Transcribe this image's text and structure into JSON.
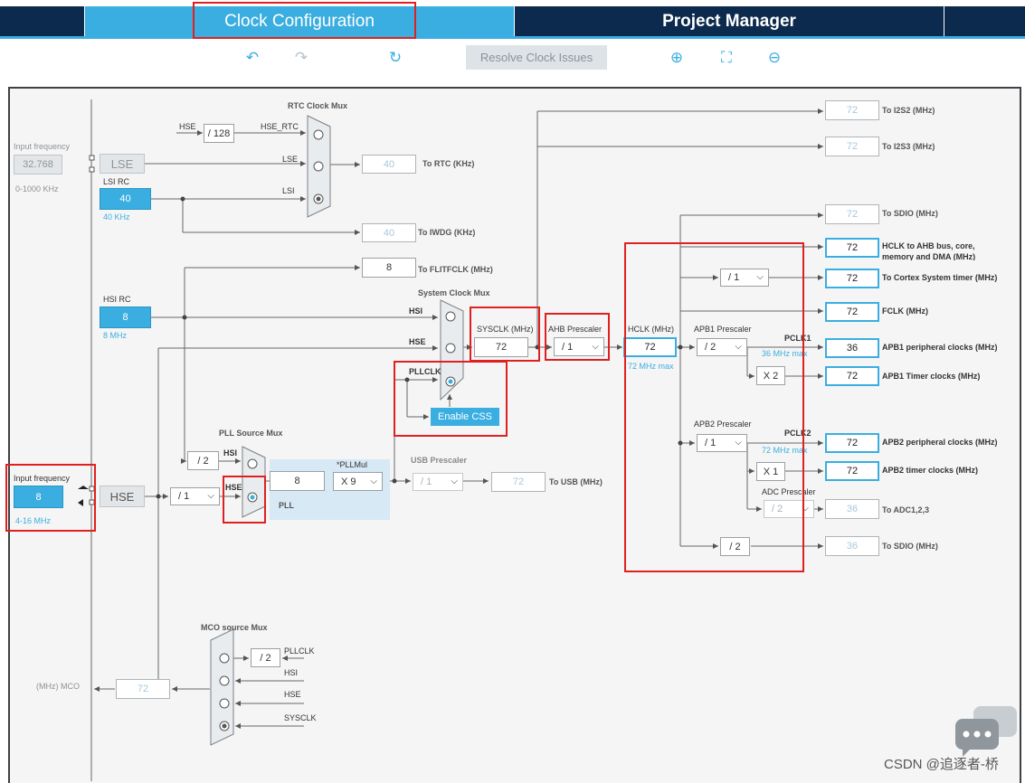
{
  "tabs": {
    "clock": "Clock Configuration",
    "project": "Project Manager"
  },
  "toolbar": {
    "resolve": "Resolve Clock Issues",
    "undo_icon": "undo-icon",
    "redo_icon": "redo-icon",
    "reset_icon": "reset-icon",
    "zoomin_icon": "zoom-in-icon",
    "fit_icon": "fit-icon",
    "zoomout_icon": "zoom-out-icon"
  },
  "rtc": {
    "mux_label": "RTC Clock Mux",
    "hse_label": "HSE",
    "div128": "/ 128",
    "hse_rtc": "HSE_RTC",
    "lse": "LSE",
    "lsi": "LSI",
    "to_rtc_val": "40",
    "to_rtc": "To RTC (KHz)",
    "to_iwdg_val": "40",
    "to_iwdg": "To IWDG (KHz)"
  },
  "lse_in": {
    "label": "Input frequency",
    "value": "32.768",
    "range": "0-1000 KHz",
    "block": "LSE"
  },
  "lsi": {
    "label": "LSI RC",
    "value": "40",
    "unit": "40 KHz"
  },
  "hsi": {
    "label": "HSI RC",
    "value": "8",
    "unit": "8 MHz"
  },
  "flit": {
    "value": "8",
    "label": "To FLITFCLK (MHz)"
  },
  "sysmux": {
    "label": "System Clock Mux",
    "hsi": "HSI",
    "hse": "HSE",
    "pllclk": "PLLCLK",
    "enable_css": "Enable CSS"
  },
  "sysclk": {
    "label": "SYSCLK (MHz)",
    "value": "72"
  },
  "ahb": {
    "label": "AHB Prescaler",
    "value": "/ 1"
  },
  "hclk": {
    "label": "HCLK (MHz)",
    "value": "72",
    "max": "72 MHz max"
  },
  "apb1": {
    "label": "APB1 Prescaler",
    "value": "/ 2",
    "pclk": "PCLK1",
    "max": "36 MHz max",
    "x2": "X 2"
  },
  "apb2": {
    "label": "APB2 Prescaler",
    "value": "/ 1",
    "pclk": "PCLK2",
    "max": "72 MHz max",
    "x1": "X 1"
  },
  "adc": {
    "label": "ADC Prescaler",
    "value": "/ 2"
  },
  "cortex_div": "/ 1",
  "sdio_div": "/ 2",
  "outputs": [
    {
      "value": "72",
      "label": "To I2S2 (MHz)"
    },
    {
      "value": "72",
      "label": "To I2S3 (MHz)"
    },
    {
      "value": "72",
      "label": "To SDIO (MHz)"
    },
    {
      "value": "72",
      "label": "HCLK to AHB bus, core, memory and DMA (MHz)"
    },
    {
      "value": "72",
      "label": "To Cortex System timer (MHz)"
    },
    {
      "value": "72",
      "label": "FCLK (MHz)"
    },
    {
      "value": "36",
      "label": "APB1 peripheral clocks (MHz)"
    },
    {
      "value": "72",
      "label": "APB1 Timer clocks (MHz)"
    },
    {
      "value": "72",
      "label": "APB2 peripheral clocks (MHz)"
    },
    {
      "value": "72",
      "label": "APB2 timer clocks (MHz)"
    },
    {
      "value": "36",
      "label": "To ADC1,2,3"
    },
    {
      "value": "36",
      "label": "To SDIO (MHz)"
    }
  ],
  "hse_in": {
    "label": "Input frequency",
    "value": "8",
    "range": "4-16 MHz",
    "block": "HSE"
  },
  "pll": {
    "src_label": "PLL Source Mux",
    "div2": "/ 2",
    "hsi": "HSI",
    "hse": "HSE",
    "prediv": "/ 1",
    "in_val": "8",
    "mul_label": "*PLLMul",
    "mul": "X 9",
    "name": "PLL"
  },
  "usb": {
    "label": "USB Prescaler",
    "value": "/ 1",
    "out_val": "72",
    "out_label": "To USB (MHz)"
  },
  "mco": {
    "label": "MCO source Mux",
    "div2": "/ 2",
    "pllclk": "PLLCLK",
    "hsi": "HSI",
    "hse": "HSE",
    "sysclk": "SYSCLK",
    "value": "72",
    "out": "(MHz) MCO"
  },
  "watermark": "CSDN @追逐者-桥",
  "colors": {
    "accent": "#3aaee0",
    "navy": "#0b2a4d",
    "highlight": "#e02020"
  }
}
